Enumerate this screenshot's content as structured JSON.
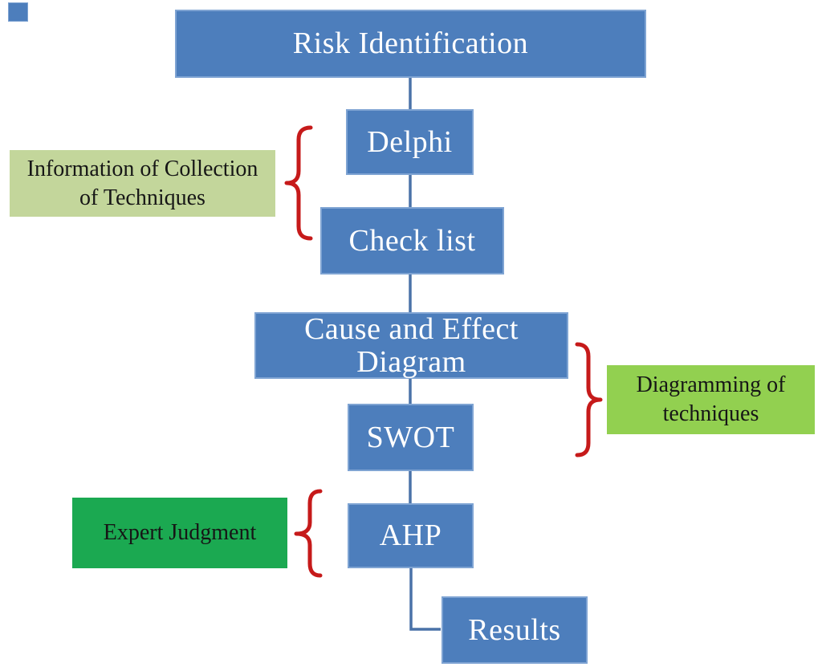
{
  "nodes": {
    "risk": {
      "label": "Risk Identification"
    },
    "delphi": {
      "label": "Delphi"
    },
    "check": {
      "label": "Check list"
    },
    "cause": {
      "label": "Cause and Effect\nDiagram"
    },
    "swot": {
      "label": "SWOT"
    },
    "ahp": {
      "label": "AHP"
    },
    "results": {
      "label": "Results"
    }
  },
  "labels": {
    "info": {
      "label": "Information of Collection\nof Techniques"
    },
    "diagramming": {
      "label": "Diagramming of\ntechniques"
    },
    "expert": {
      "label": "Expert Judgment"
    }
  },
  "colors": {
    "node_fill": "#4D7EBC",
    "node_border": "#7FA4D3",
    "node_text": "#FFFFFF",
    "connector": "#4A72A8",
    "brace": "#C61A1A",
    "label_info_fill": "#C3D69B",
    "label_diagramming_fill": "#92D050",
    "label_expert_fill": "#1BA951",
    "label_text": "#161616"
  }
}
